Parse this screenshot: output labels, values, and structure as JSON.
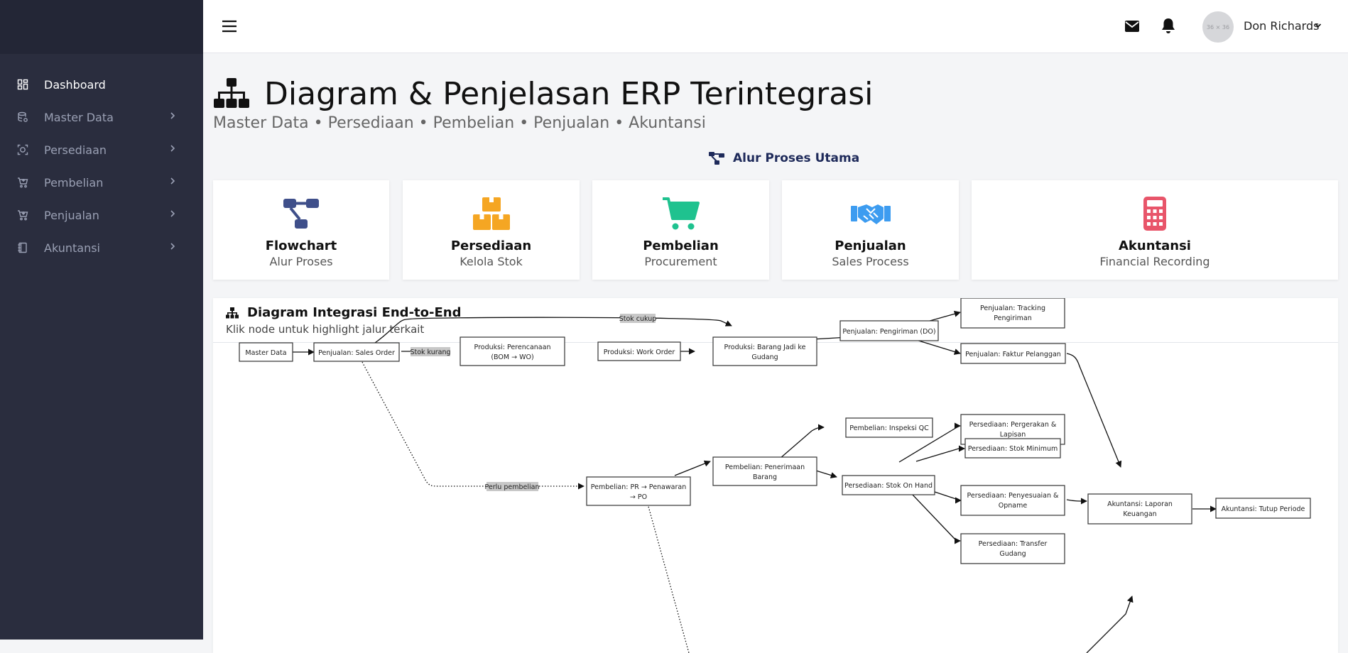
{
  "sidebar": {
    "items": [
      {
        "label": "Dashboard",
        "icon": "dashboard-icon",
        "active": true
      },
      {
        "label": "Master Data",
        "icon": "database-icon"
      },
      {
        "label": "Persediaan",
        "icon": "box-icon"
      },
      {
        "label": "Pembelian",
        "icon": "cart-icon"
      },
      {
        "label": "Penjualan",
        "icon": "cart-icon"
      },
      {
        "label": "Akuntansi",
        "icon": "book-icon"
      }
    ]
  },
  "topbar": {
    "avatar_placeholder": "36 × 36",
    "user_name": "Don Richards"
  },
  "page": {
    "title": "Diagram & Penjelasan ERP Terintegrasi",
    "subtitle": "Master Data • Persediaan • Pembelian • Penjualan • Akuntansi"
  },
  "main_process": {
    "title": "Alur Proses Utama",
    "cards": [
      {
        "title": "Flowchart",
        "subtitle": "Alur Proses",
        "icon": "flowchart-icon",
        "color": "#3f4f8a"
      },
      {
        "title": "Persediaan",
        "subtitle": "Kelola Stok",
        "icon": "boxes-icon",
        "color": "#f5a623"
      },
      {
        "title": "Pembelian",
        "subtitle": "Procurement",
        "icon": "shopping-cart-icon",
        "color": "#1fc28f"
      },
      {
        "title": "Penjualan",
        "subtitle": "Sales Process",
        "icon": "handshake-icon",
        "color": "#3d9cf0"
      },
      {
        "title": "Akuntansi",
        "subtitle": "Financial Recording",
        "icon": "calculator-icon",
        "color": "#e8556a"
      }
    ]
  },
  "diagram": {
    "title": "Diagram Integrasi End-to-End",
    "subtitle": "Klik node untuk highlight jalur terkait",
    "nodes": {
      "md": {
        "lines": [
          "Master Data"
        ]
      },
      "so": {
        "lines": [
          "Penjualan: Sales Order"
        ]
      },
      "pp": {
        "lines": [
          "Produksi: Perencanaan",
          "(BOM → WO)"
        ]
      },
      "wo": {
        "lines": [
          "Produksi: Work Order"
        ]
      },
      "bj": {
        "lines": [
          "Produksi: Barang Jadi ke",
          "Gudang"
        ]
      },
      "do": {
        "lines": [
          "Penjualan: Pengiriman (DO)"
        ]
      },
      "tr": {
        "lines": [
          "Penjualan: Tracking",
          "Pengiriman"
        ]
      },
      "fp": {
        "lines": [
          "Penjualan: Faktur Pelanggan"
        ]
      },
      "qc": {
        "lines": [
          "Pembelian: Inspeksi QC"
        ]
      },
      "gr": {
        "lines": [
          "Pembelian: Penerimaan",
          "Barang"
        ]
      },
      "pr": {
        "lines": [
          "Pembelian: PR → Penawaran",
          "→ PO"
        ]
      },
      "sh": {
        "lines": [
          "Persediaan: Stok On Hand"
        ]
      },
      "pl": {
        "lines": [
          "Persediaan: Pergerakan &",
          "Lapisan"
        ]
      },
      "sm": {
        "lines": [
          "Persediaan: Stok Minimum"
        ]
      },
      "po": {
        "lines": [
          "Persediaan: Penyesuaian &",
          "Opname"
        ]
      },
      "tg": {
        "lines": [
          "Persediaan: Transfer",
          "Gudang"
        ]
      },
      "lk": {
        "lines": [
          "Akuntansi: Laporan",
          "Keuangan"
        ]
      },
      "tp": {
        "lines": [
          "Akuntansi: Tutup Periode"
        ]
      }
    },
    "edge_labels": {
      "stok_cukup": "Stok cukup",
      "stok_kurang": "Stok kurang",
      "perlu_pembelian": "Perlu pembelian"
    }
  }
}
